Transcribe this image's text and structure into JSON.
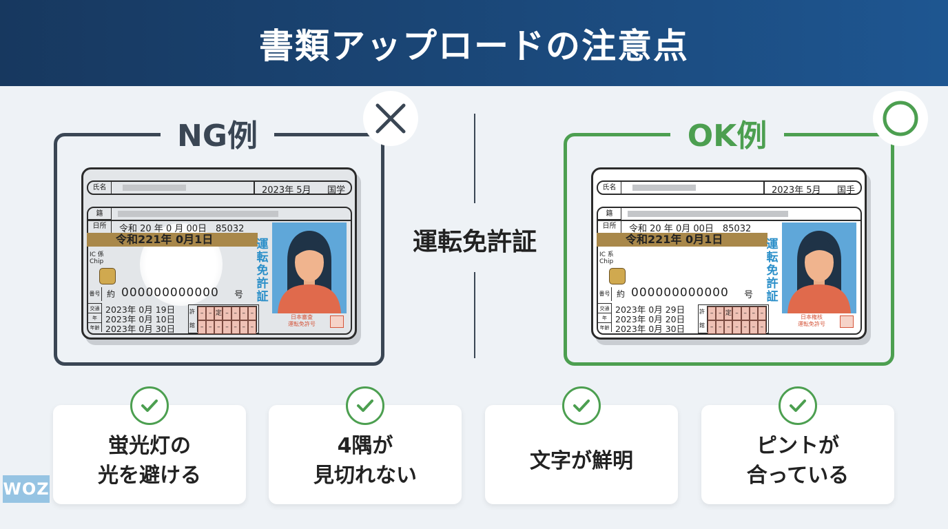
{
  "title": "書類アップロードの注意点",
  "center_label": "運転免許証",
  "ng": {
    "label": "NG例",
    "icon": "x-mark-icon"
  },
  "ok": {
    "label": "OK例",
    "icon": "circle-mark-icon"
  },
  "ng_card": {
    "name_label": "氏名",
    "issue": "2023年 5月",
    "nationality": "国学",
    "row2_label": "籍",
    "addr_label": "日所",
    "addr_value": "令和 20 年 0 月 00日　85032",
    "expiry": "令和221年 0月1日",
    "ic_label": "IC 係",
    "chip_label": "Chip",
    "num_label": "番号",
    "num_prefix": "約",
    "number": "000000000000",
    "num_suffix": "号",
    "date_labels": [
      "交通",
      "年",
      "年齢"
    ],
    "dates": [
      "2023年 0月 19日",
      "2023年 0月 10日",
      "2023年 0月 30日"
    ],
    "grid_labels": [
      "許",
      "館"
    ],
    "grid_mark": "定",
    "vertical": "運転免許証",
    "issuer": [
      "日本審査",
      "運転免許号"
    ]
  },
  "ok_card": {
    "name_label": "氏名",
    "issue": "2023年 5月",
    "nationality": "国手",
    "row2_label": "籍",
    "addr_label": "日所",
    "addr_value": "令和 20 年 0月 00日　85032",
    "expiry": "令和221年 0月1日",
    "ic_label": "IC 系",
    "chip_label": "Chip",
    "num_label": "番号",
    "num_prefix": "約",
    "number": "000000000000",
    "num_suffix": "号",
    "date_labels": [
      "交通",
      "年",
      "年齢"
    ],
    "dates": [
      "2023年 0月 29日",
      "2023年 0月 20日",
      "2023年 0月 30日"
    ],
    "grid_labels": [
      "許",
      "館"
    ],
    "grid_mark": "定",
    "vertical": "運転免許証",
    "issuer": [
      "日本権核",
      "運転免許号"
    ]
  },
  "tips": [
    {
      "line1": "蛍光灯の",
      "line2": "光を避ける"
    },
    {
      "line1": "4隅が",
      "line2": "見切れない"
    },
    {
      "line1": "文字が鮮明",
      "line2": ""
    },
    {
      "line1": "ピントが",
      "line2": "合っている"
    }
  ],
  "colors": {
    "ng": "#3a4654",
    "ok": "#4c9f50",
    "header": "#1e5691"
  },
  "watermark": "WOZ"
}
